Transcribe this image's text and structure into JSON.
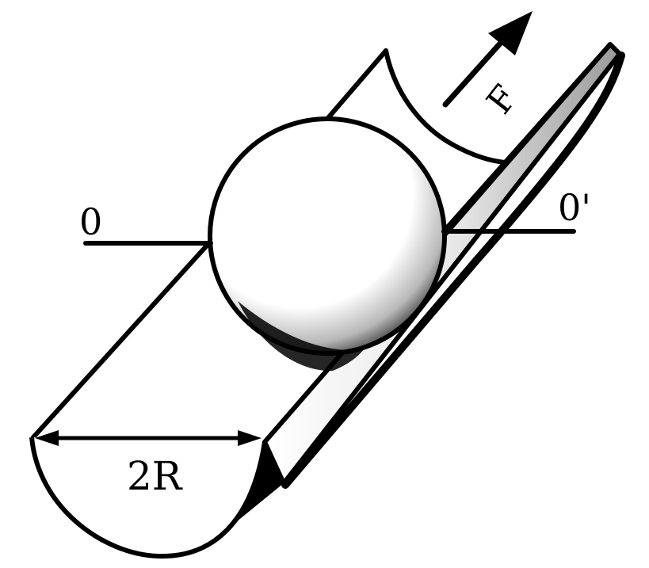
{
  "labels": {
    "axis_start": "0",
    "axis_end": "0'",
    "force": "F",
    "diameter": "2R"
  },
  "colors": {
    "ink": "#000000",
    "paper": "#ffffff"
  }
}
